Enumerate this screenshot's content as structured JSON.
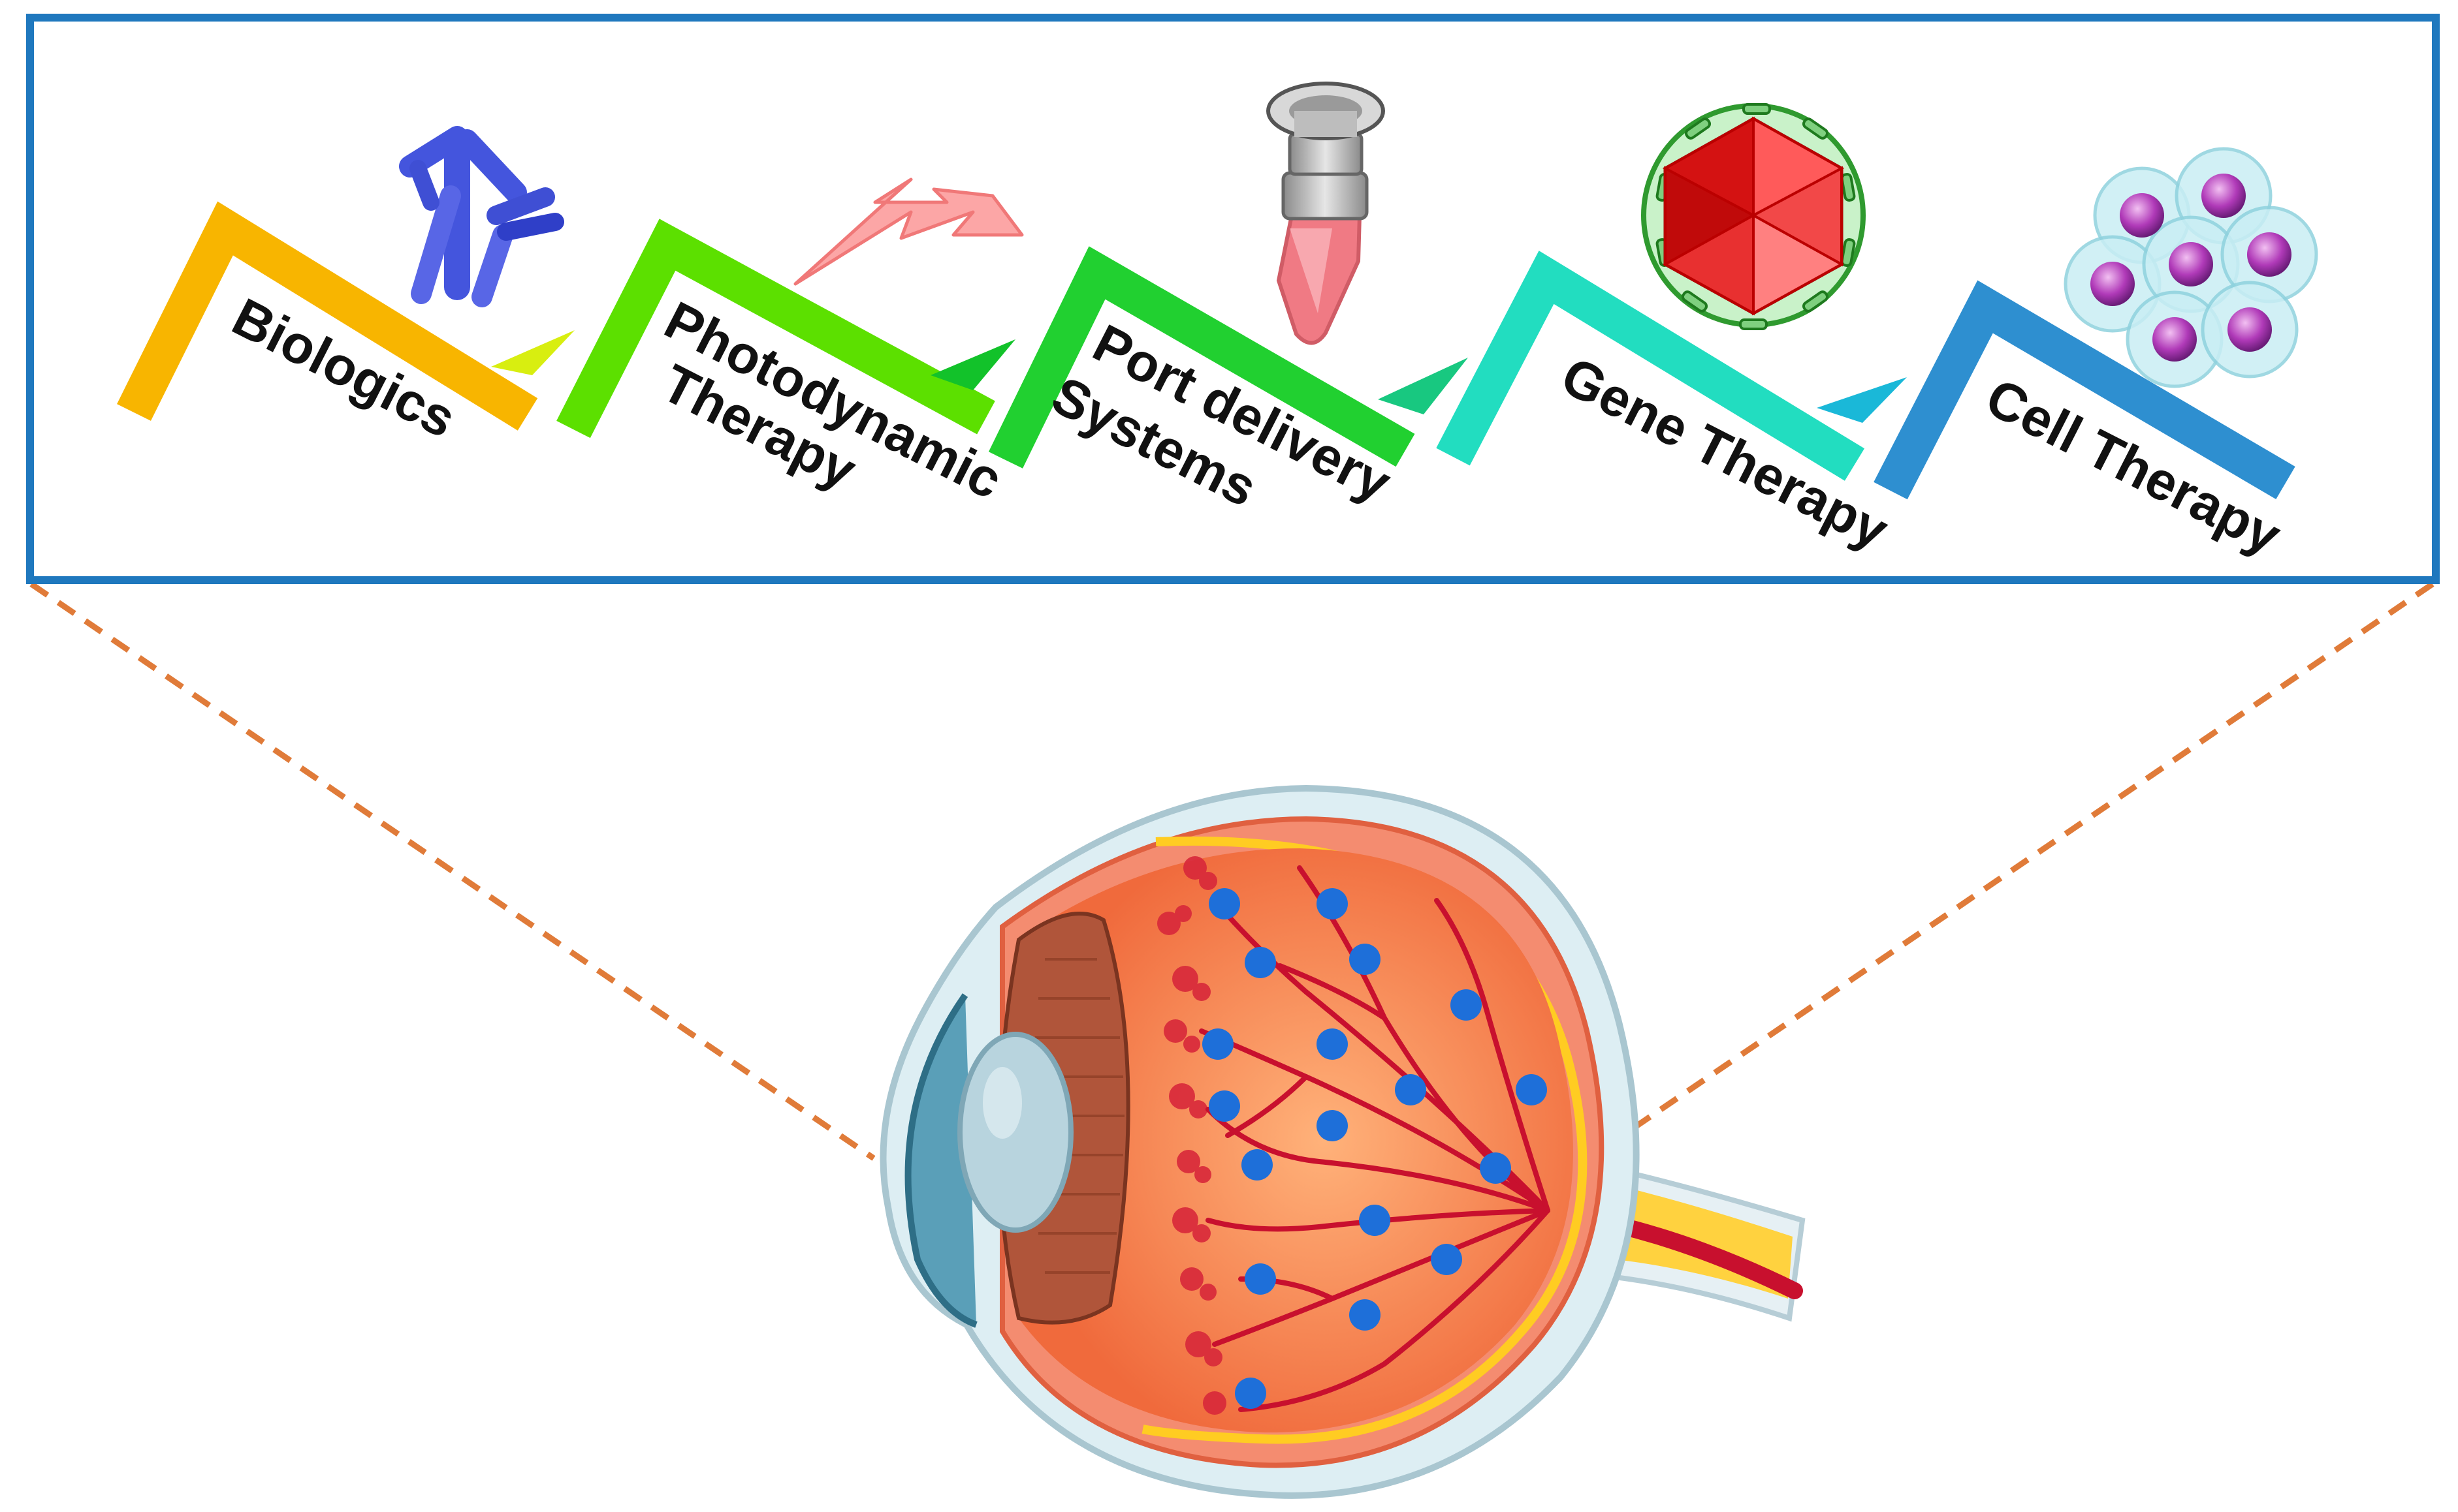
{
  "panel": {
    "steps": [
      {
        "lines": [
          "Biologics"
        ],
        "color": "#F8B500",
        "icon": "antibody-icon"
      },
      {
        "lines": [
          "Photodynamic",
          "Therapy"
        ],
        "color": "#5CE000",
        "icon": "light-bolt-icon"
      },
      {
        "lines": [
          "Port delivery",
          "Systems"
        ],
        "color": "#21D030",
        "icon": "tube-implant-icon"
      },
      {
        "lines": [
          "Gene Therapy"
        ],
        "color": "#22DDC0",
        "icon": "virus-capsid-icon"
      },
      {
        "lines": [
          "Cell Therapy"
        ],
        "color": "#2E8FD0",
        "icon": "cell-cluster-icon"
      }
    ],
    "border_color": "#1F78BE",
    "connector_color": "#E07B39"
  },
  "eye": {
    "icon": "eye-cross-section-icon",
    "marker_color": "#1E6FD9",
    "vessel_color": "#C8102E"
  }
}
